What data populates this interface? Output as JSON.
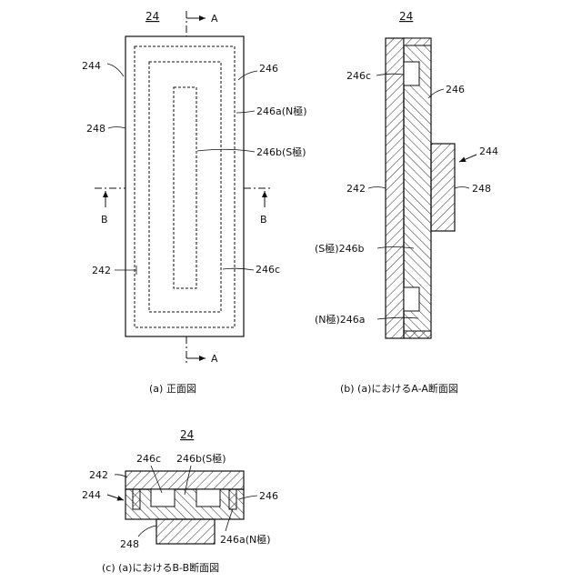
{
  "figure_a": {
    "fig_number": "24",
    "section_label_top": "A",
    "section_label_bottom": "A",
    "section_label_left": "B",
    "section_label_right": "B",
    "label_244": "244",
    "label_246": "246",
    "label_248": "248",
    "label_246a": "246a(N極)",
    "label_246b": "246b(S極)",
    "label_242": "242",
    "label_246c": "246c",
    "caption": "(a) 正面図"
  },
  "figure_b": {
    "fig_number": "24",
    "label_246c": "246c",
    "label_246": "246",
    "label_244": "244",
    "label_242": "242",
    "label_248": "248",
    "label_s": "(S極)246b",
    "label_n": "(N極)246a",
    "caption": "(b) (a)におけるA-A断面図"
  },
  "figure_c": {
    "fig_number": "24",
    "label_246c": "246c",
    "label_246b": "246b(S極)",
    "label_242": "242",
    "label_244": "244",
    "label_246": "246",
    "label_248": "248",
    "label_246a": "246a(N極)",
    "caption": "(c) (a)におけるB-B断面図"
  },
  "colors": {
    "line": "#111111",
    "background": "#ffffff"
  }
}
